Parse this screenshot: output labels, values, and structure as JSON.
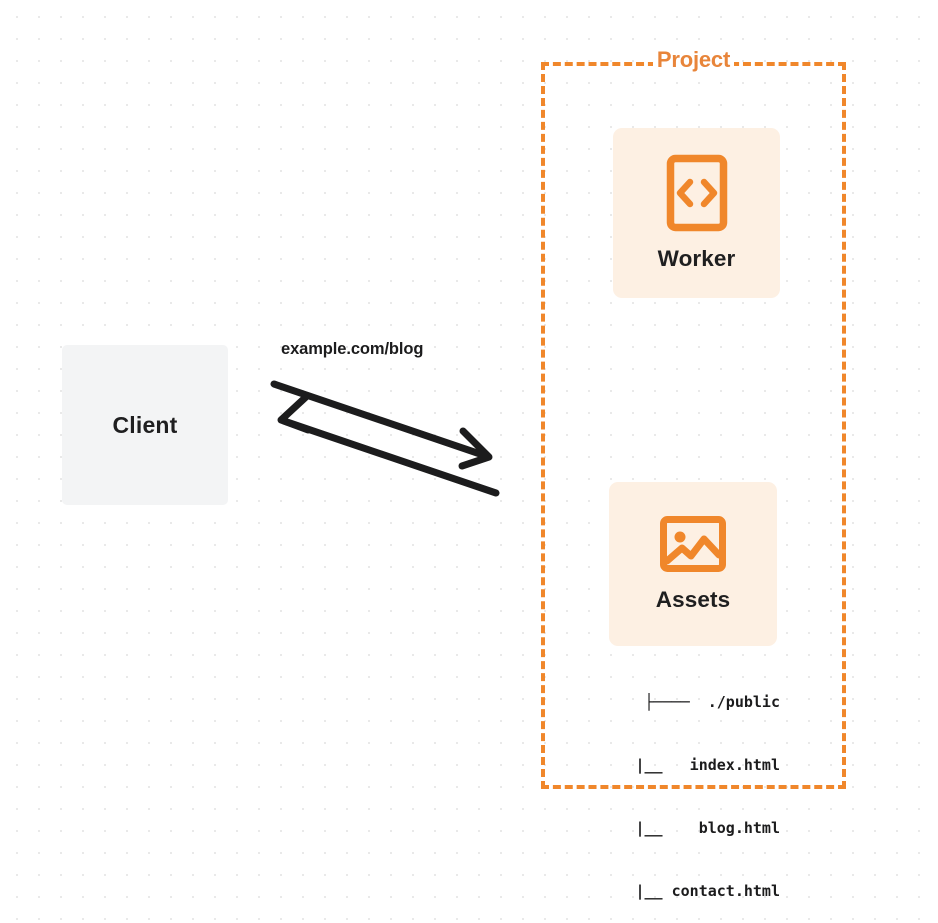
{
  "diagram": {
    "title": "Project",
    "client": {
      "label": "Client",
      "fill": "#f3f4f5"
    },
    "connector": {
      "label": "example.com/blog",
      "stroke": "#1c1c1d",
      "request_direction": "client-to-project",
      "response_direction": "project-to-client"
    },
    "project": {
      "title": "Project",
      "border_color": "#f0872b",
      "border_style": "dashed",
      "nodes": [
        {
          "id": "worker",
          "label": "Worker",
          "icon": "code-brackets-icon",
          "fill": "#fdf0e3",
          "icon_color": "#f0872b"
        },
        {
          "id": "assets",
          "label": "Assets",
          "icon": "image-picture-icon",
          "fill": "#fdf0e3",
          "icon_color": "#f0872b"
        }
      ],
      "file_tree": [
        "├────  ./public",
        "    |__   index.html",
        "    |__    blog.html",
        "    |__ contact.html"
      ]
    }
  },
  "colors": {
    "accent": "#f0872b",
    "accent_text": "#e8853a",
    "surface_cream": "#fdf0e3",
    "surface_grey": "#f3f4f5",
    "text_dark": "#1c1c1d",
    "dot_grid": "#e9e9e9"
  }
}
